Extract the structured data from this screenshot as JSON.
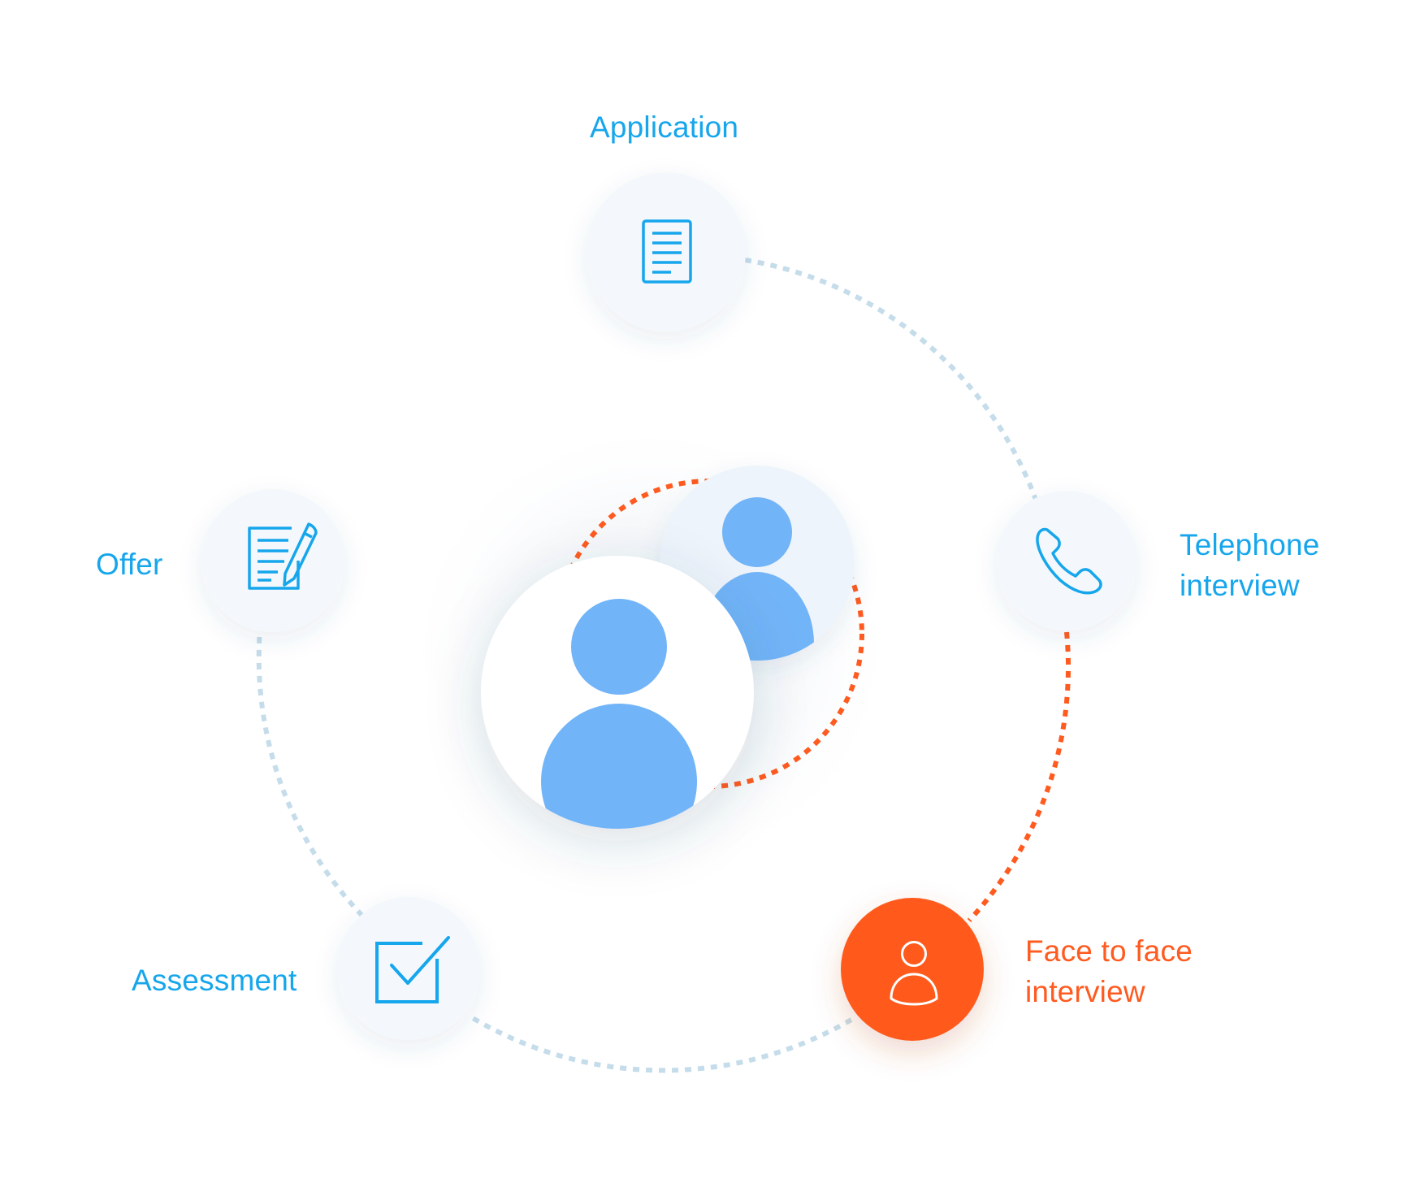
{
  "colors": {
    "accent_blue": "#16a6ec",
    "accent_orange": "#ff5a1f",
    "node_fill": "#f4f8fc",
    "avatar_blue": "#72b4f8",
    "dotted_ring": "#c5dcea"
  },
  "stages": [
    {
      "id": "application",
      "label": "Application",
      "icon": "document-icon",
      "active": false
    },
    {
      "id": "telephone",
      "label_lines": [
        "Telephone",
        "interview"
      ],
      "icon": "phone-icon",
      "active": false
    },
    {
      "id": "face",
      "label_lines": [
        "Face to face",
        "interview"
      ],
      "icon": "person-outline-icon",
      "active": true
    },
    {
      "id": "assessment",
      "label": "Assessment",
      "icon": "checkbox-icon",
      "active": false
    },
    {
      "id": "offer",
      "label": "Offer",
      "icon": "contract-pen-icon",
      "active": false
    }
  ],
  "center": {
    "main_icon": "candidate-avatar-icon",
    "secondary_icon": "interviewer-avatar-icon"
  }
}
